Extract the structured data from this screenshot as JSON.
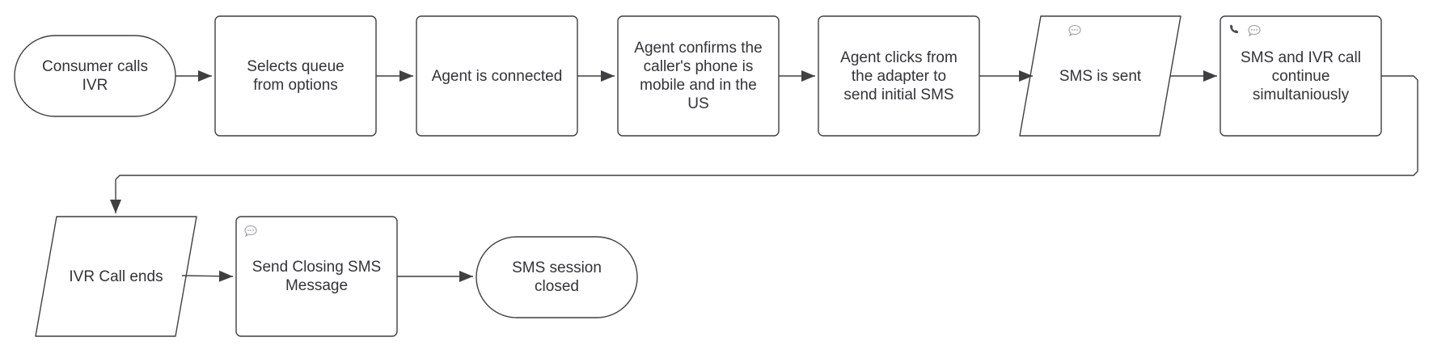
{
  "diagram": {
    "nodes": [
      {
        "id": "consumer-calls-ivr",
        "label": "Consumer calls IVR",
        "shape": "terminator",
        "icons": []
      },
      {
        "id": "selects-queue",
        "label": "Selects queue from options",
        "shape": "process",
        "icons": []
      },
      {
        "id": "agent-connected",
        "label": "Agent is connected",
        "shape": "process",
        "icons": []
      },
      {
        "id": "agent-confirms",
        "label": "Agent confirms the caller's phone is mobile and in the US",
        "shape": "process",
        "icons": []
      },
      {
        "id": "agent-clicks",
        "label": "Agent clicks from the adapter to send initial SMS",
        "shape": "process",
        "icons": []
      },
      {
        "id": "sms-sent",
        "label": "SMS is sent",
        "shape": "data",
        "icons": [
          "chat-bubble-icon"
        ]
      },
      {
        "id": "sms-ivr-continue",
        "label": "SMS and IVR call continue simultaniously",
        "shape": "process",
        "icons": [
          "phone-icon",
          "chat-bubble-icon"
        ]
      },
      {
        "id": "ivr-call-ends",
        "label": "IVR Call ends",
        "shape": "data",
        "icons": []
      },
      {
        "id": "send-closing-sms",
        "label": "Send Closing SMS Message",
        "shape": "process",
        "icons": [
          "chat-bubble-icon"
        ]
      },
      {
        "id": "sms-session-closed",
        "label": "SMS session closed",
        "shape": "terminator",
        "icons": []
      }
    ],
    "edges": [
      {
        "from": "consumer-calls-ivr",
        "to": "selects-queue"
      },
      {
        "from": "selects-queue",
        "to": "agent-connected"
      },
      {
        "from": "agent-connected",
        "to": "agent-confirms"
      },
      {
        "from": "agent-confirms",
        "to": "agent-clicks"
      },
      {
        "from": "agent-clicks",
        "to": "sms-sent"
      },
      {
        "from": "sms-sent",
        "to": "sms-ivr-continue"
      },
      {
        "from": "sms-ivr-continue",
        "to": "ivr-call-ends"
      },
      {
        "from": "ivr-call-ends",
        "to": "send-closing-sms"
      },
      {
        "from": "send-closing-sms",
        "to": "sms-session-closed"
      }
    ],
    "colors": {
      "stroke": "#3f3f44",
      "text": "#333338",
      "icon": "#9a9aa2",
      "background": "#ffffff"
    }
  }
}
